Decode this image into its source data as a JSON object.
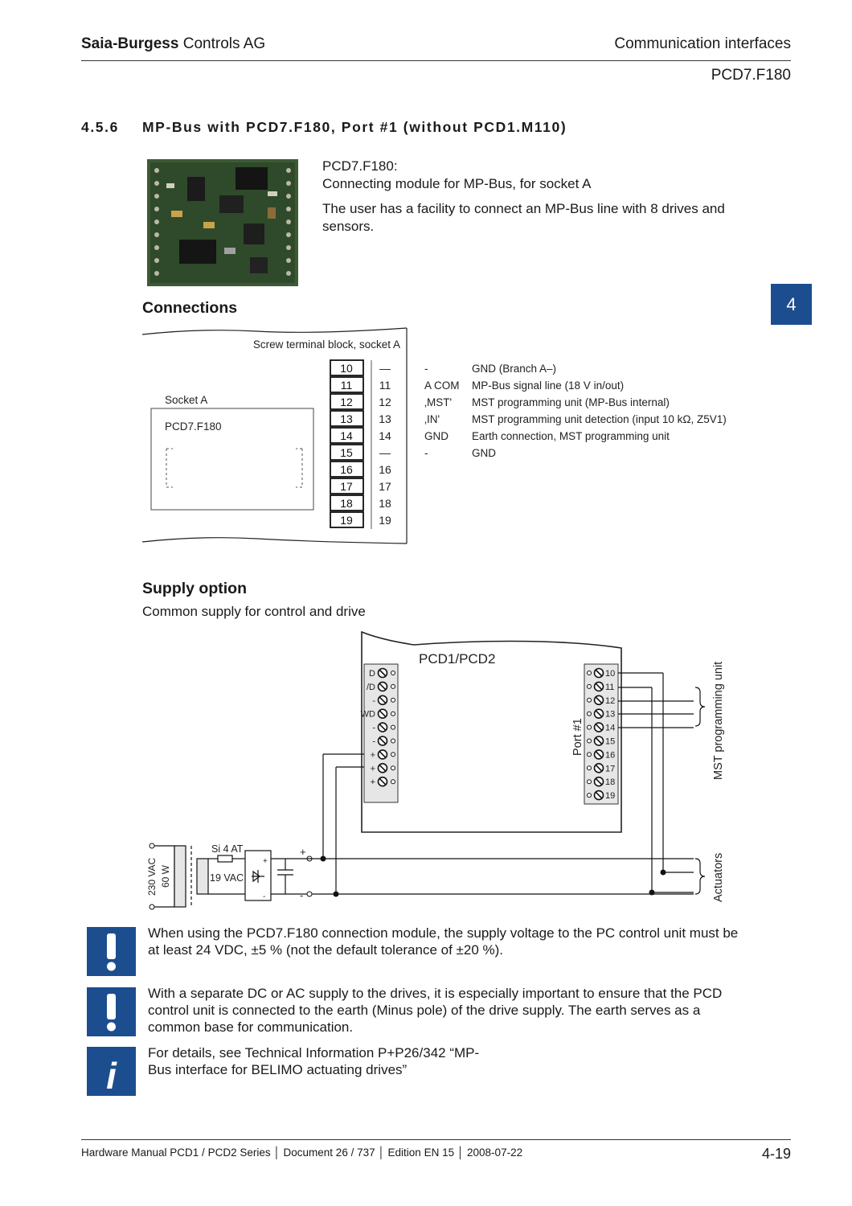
{
  "header": {
    "company_bold": "Saia-Burgess",
    "company_rest": " Controls AG",
    "section": "Communication interfaces",
    "product": "PCD7.F180"
  },
  "section": {
    "number": "4.5.6",
    "title": "MP-Bus with PCD7.F180, Port #1 (without PCD1.M110)"
  },
  "intro": {
    "line1": "PCD7.F180:",
    "line2": "Connecting module for MP-Bus, for socket A",
    "paragraph": "The user has a facility to connect an MP-Bus line with 8 drives and sensors."
  },
  "chapter_tab": "4",
  "connections": {
    "heading": "Connections",
    "block_label": "Screw terminal block, socket A",
    "socket_label": "Socket A",
    "module_label": "PCD7.F180",
    "terminals": [
      {
        "left": "10",
        "right": "—",
        "signal": "-",
        "description": "GND (Branch A–)"
      },
      {
        "left": "11",
        "right": "11",
        "signal": "A COM",
        "description": "MP-Bus signal line (18 V in/out)"
      },
      {
        "left": "12",
        "right": "12",
        "signal": "‚MST'",
        "description": "MST programming unit (MP-Bus internal)"
      },
      {
        "left": "13",
        "right": "13",
        "signal": "‚IN'",
        "description": "MST programming unit detection (input 10 kΩ, Z5V1)"
      },
      {
        "left": "14",
        "right": "14",
        "signal": "GND",
        "description": "Earth connection, MST programming unit"
      },
      {
        "left": "15",
        "right": "—",
        "signal": "-",
        "description": "GND"
      },
      {
        "left": "16",
        "right": "16",
        "signal": "",
        "description": ""
      },
      {
        "left": "17",
        "right": "17",
        "signal": "",
        "description": ""
      },
      {
        "left": "18",
        "right": "18",
        "signal": "",
        "description": ""
      },
      {
        "left": "19",
        "right": "19",
        "signal": "",
        "description": ""
      }
    ]
  },
  "supply": {
    "heading": "Supply option",
    "text": "Common supply for control and drive",
    "pcd_label": "PCD1/PCD2",
    "port_label": "Port #1",
    "left_terminals": [
      "D",
      "/D",
      "-",
      "WD",
      "-",
      "-",
      "+",
      "+",
      "+"
    ],
    "right_terminals": [
      "10",
      "11",
      "12",
      "13",
      "14",
      "15",
      "16",
      "17",
      "18",
      "19"
    ],
    "mst_label": "MST programming unit",
    "actuators_label": "Actuators",
    "fuse_label": "Si 4 AT",
    "mains_v": "230 VAC",
    "mains_w": "60 W",
    "secondary_v": "19 VAC",
    "plus": "+",
    "minus": "-"
  },
  "notes": [
    {
      "icon": "!",
      "text": "When using the PCD7.F180 connection module, the supply voltage to the PC control unit must be at least 24 VDC, ±5 % (not the default tolerance of ±20 %)."
    },
    {
      "icon": "!",
      "text": "With a separate DC or AC supply to the drives, it is especially important to ensure that the PCD control unit is connected to the earth (Minus pole) of the drive supply. The earth serves as a common base for communication."
    },
    {
      "icon": "i",
      "text": "For details, see Technical Information P+P26/342 “MP-Bus interface for BELIMO actuating drives”"
    }
  ],
  "footer": {
    "left": "Hardware Manual PCD1 / PCD2 Series │ Document 26 / 737 │ Edition EN 15 │ 2008-07-22",
    "page": "4-19"
  }
}
